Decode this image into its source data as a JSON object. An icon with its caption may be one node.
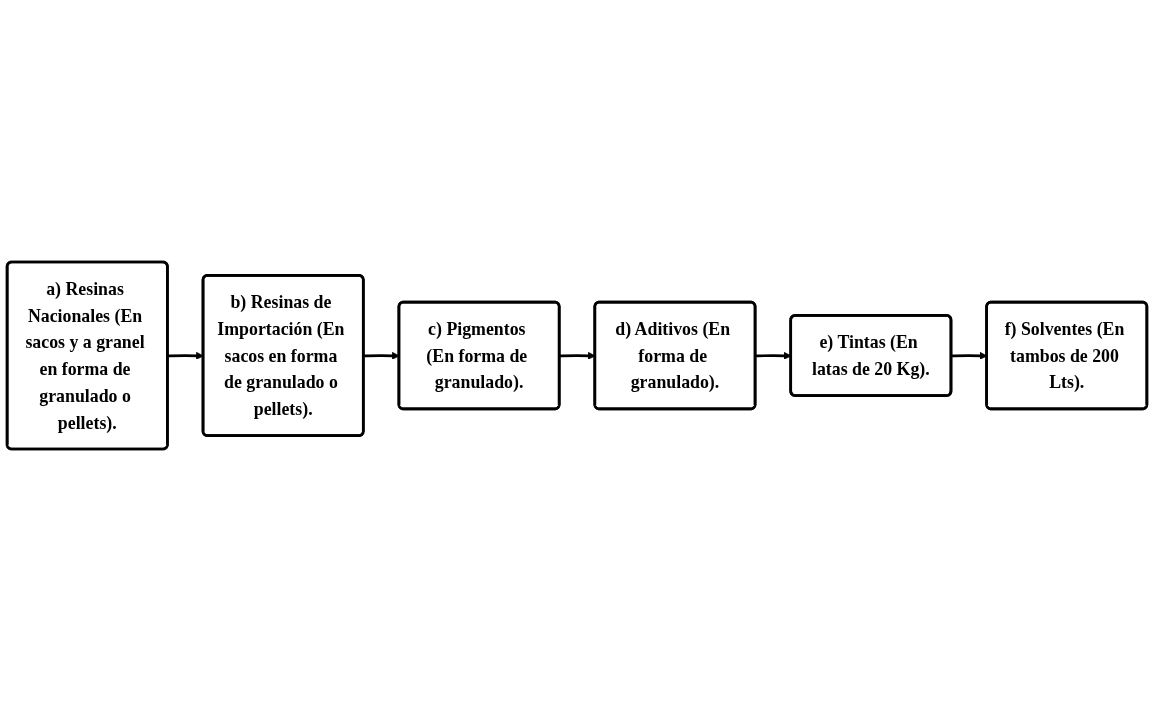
{
  "diagram": {
    "nodes": [
      {
        "text": [
          "a) Resinas Nacionales (En sacos y a granel en forma de granulado o pellets)."
        ]
      },
      {
        "text": [
          "b) Resinas de Importación (En sacos en forma de granulado o pellets)."
        ]
      },
      {
        "text": [
          "c) Pigmentos (En forma de granulado)."
        ]
      },
      {
        "text": [
          "d) Aditivos (En forma de granulado)."
        ]
      },
      {
        "text": [
          "e) Tintas (En latas de 20 Kg)."
        ]
      },
      {
        "text": [
          "f) Solventes (En tambos de 200 Lts)."
        ]
      }
    ],
    "edges": [
      {
        "from": 0,
        "to": 1,
        "arrow": "to"
      },
      {
        "from": 1,
        "to": 2,
        "arrow": "to"
      },
      {
        "from": 2,
        "to": 3,
        "arrow": "to"
      },
      {
        "from": 3,
        "to": 4,
        "arrow": "to"
      },
      {
        "from": 4,
        "to": 5,
        "arrow": "to"
      }
    ]
  }
}
